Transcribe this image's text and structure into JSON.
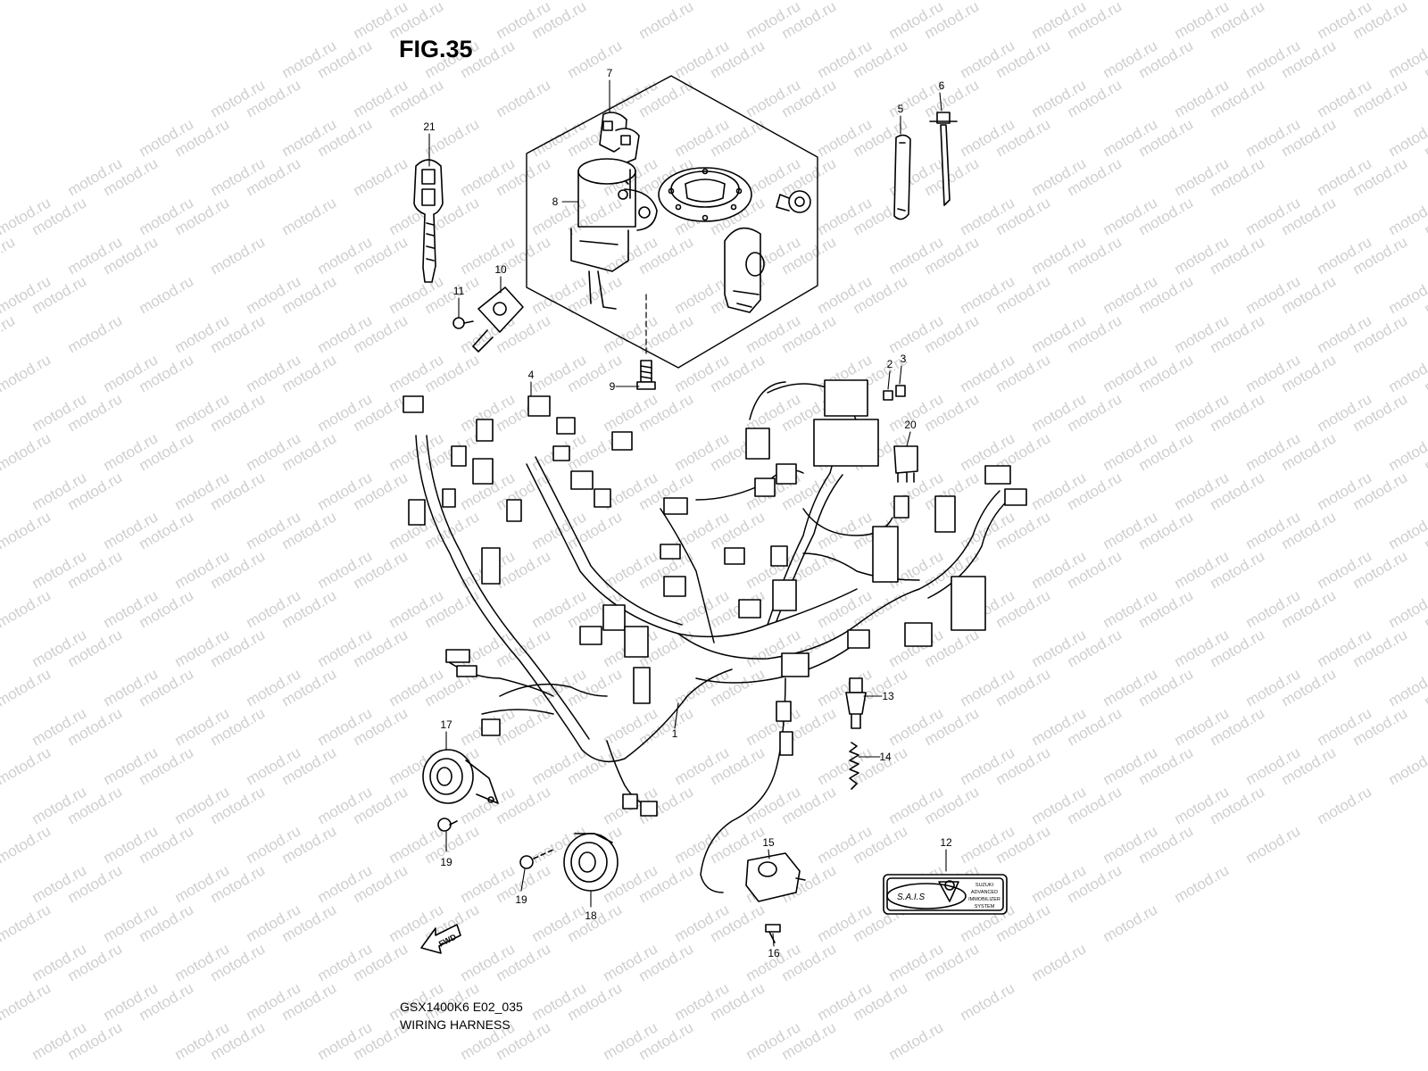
{
  "figure": {
    "title": "FIG.35"
  },
  "footer": {
    "model_code": "GSX1400K6 E02_035",
    "name": "WIRING HARNESS"
  },
  "watermark": {
    "text": "motod.ru"
  },
  "direction_arrow": {
    "label": "FWD"
  },
  "emblem": {
    "logo_text": "S.A.I.S",
    "lines": [
      "SUZUKI",
      "ADVANCED",
      "IMMOBILIZER",
      "SYSTEM"
    ]
  },
  "callouts": [
    "1",
    "2",
    "3",
    "4",
    "5",
    "6",
    "7",
    "8",
    "9",
    "10",
    "11",
    "12",
    "13",
    "14",
    "15",
    "16",
    "17",
    "18",
    "19",
    "19",
    "20",
    "21"
  ],
  "colors": {
    "line": "#000000",
    "watermark": "#cfcfcf",
    "background": "#ffffff"
  }
}
